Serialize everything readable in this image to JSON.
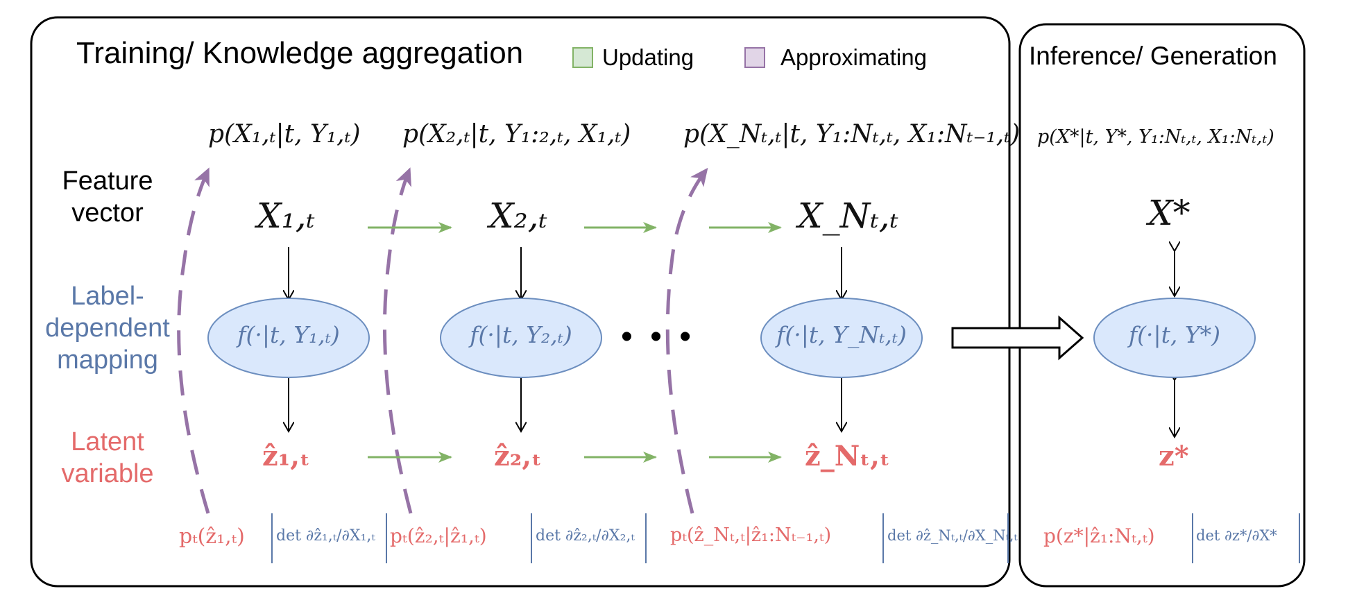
{
  "panels": {
    "training_title": "Training/ Knowledge aggregation",
    "inference_title": "Inference/ Generation"
  },
  "legend": {
    "updating": "Updating",
    "approximating": "Approximating",
    "updating_color": "#d5e8d4",
    "updating_border": "#82b366",
    "approximating_color": "#e1d5e7",
    "approximating_border": "#9673a6"
  },
  "row_labels": {
    "feature_line1": "Feature",
    "feature_line2": "vector",
    "mapping_line1": "Label-",
    "mapping_line2": "dependent",
    "mapping_line3": "mapping",
    "latent_line1": "Latent",
    "latent_line2": "variable"
  },
  "top_formulas": [
    "p(X₁,ₜ|t, Y₁,ₜ)",
    "p(X₂,ₜ|t, Y₁:₂,ₜ, X₁,ₜ)",
    "p(X_Nₜ,ₜ|t, Y₁:Nₜ,ₜ, X₁:Nₜ₋₁,ₜ)",
    "p(X*|t, Y*, Y₁:Nₜ,ₜ, X₁:Nₜ,ₜ)"
  ],
  "features": [
    "X₁,ₜ",
    "X₂,ₜ",
    "X_Nₜ,ₜ",
    "X*"
  ],
  "mappings": [
    "f(·|t, Y₁,ₜ)",
    "f(·|t, Y₂,ₜ)",
    "f(·|t, Y_Nₜ,ₜ)",
    "f(·|t, Y*)"
  ],
  "ellipsis": "• • •",
  "latents": [
    "ẑ₁,ₜ",
    "ẑ₂,ₜ",
    "ẑ_Nₜ,ₜ",
    "z*"
  ],
  "bottom_formulas": [
    {
      "prob": "pₜ(ẑ₁,ₜ)",
      "det": "det ∂ẑ₁,ₜ/∂X₁,ₜ"
    },
    {
      "prob": "pₜ(ẑ₂,ₜ|ẑ₁,ₜ)",
      "det": "det ∂ẑ₂,ₜ/∂X₂,ₜ"
    },
    {
      "prob": "pₜ(ẑ_Nₜ,ₜ|ẑ₁:Nₜ₋₁,ₜ)",
      "det": "det ∂ẑ_Nₜ,ₜ/∂X_Nₜ,ₜ"
    },
    {
      "prob": "p(z*|ẑ₁:Nₜ,ₜ)",
      "det": "det ∂z*/∂X*"
    }
  ],
  "colors": {
    "ellipse_fill": "#dae8fc",
    "ellipse_stroke": "#6c8ebf",
    "green_arrow": "#82b366",
    "purple_dash": "#9673a6",
    "red_text": "#e46a6a",
    "blue_text": "#5a78a8"
  }
}
